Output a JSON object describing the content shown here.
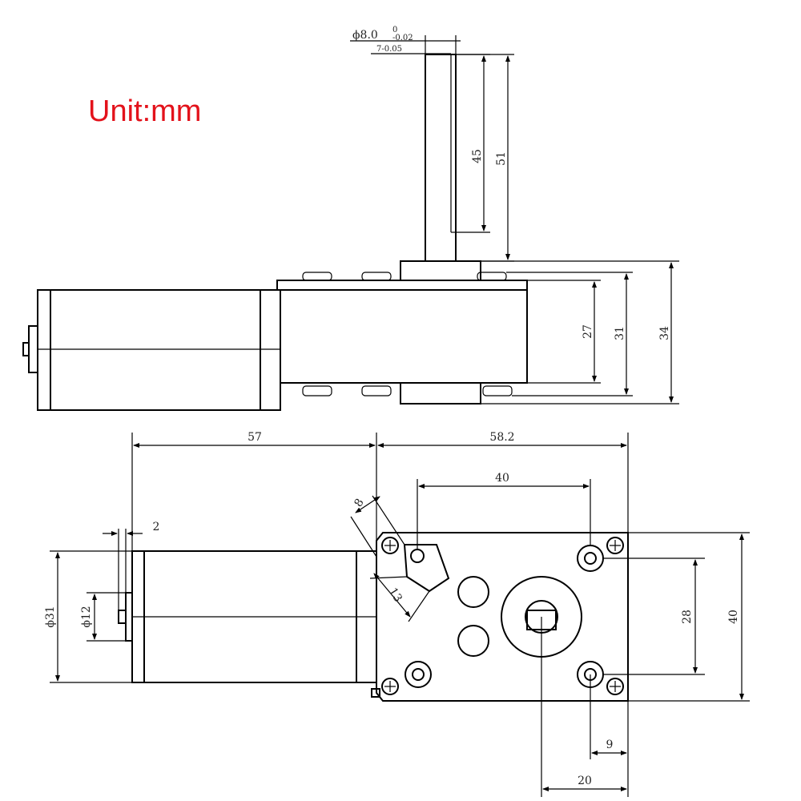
{
  "unit_label": "Unit:mm",
  "top_view": {
    "shaft_tol_main": "ϕ8.0",
    "shaft_tol_sup": "0",
    "shaft_tol_sub": "-0.02",
    "flat_tol": "7-0.05",
    "dim_shaft_flat": "45",
    "dim_shaft_length": "51",
    "dim_height_inner": "27",
    "dim_height_mid": "31",
    "dim_height_outer": "34"
  },
  "front_view": {
    "dim_motor_length": "57",
    "dim_gearbox_length": "58.2",
    "dim_hole_spacing_x": "40",
    "dim_slot_width": "8",
    "dim_slot_length": "13",
    "dim_flange": "2",
    "dim_motor_dia": "ϕ31",
    "dim_boss_dia": "ϕ12",
    "dim_hole_spacing_y": "28",
    "dim_gearbox_height": "40",
    "dim_hole_offset": "9",
    "dim_shaft_offset": "20"
  }
}
